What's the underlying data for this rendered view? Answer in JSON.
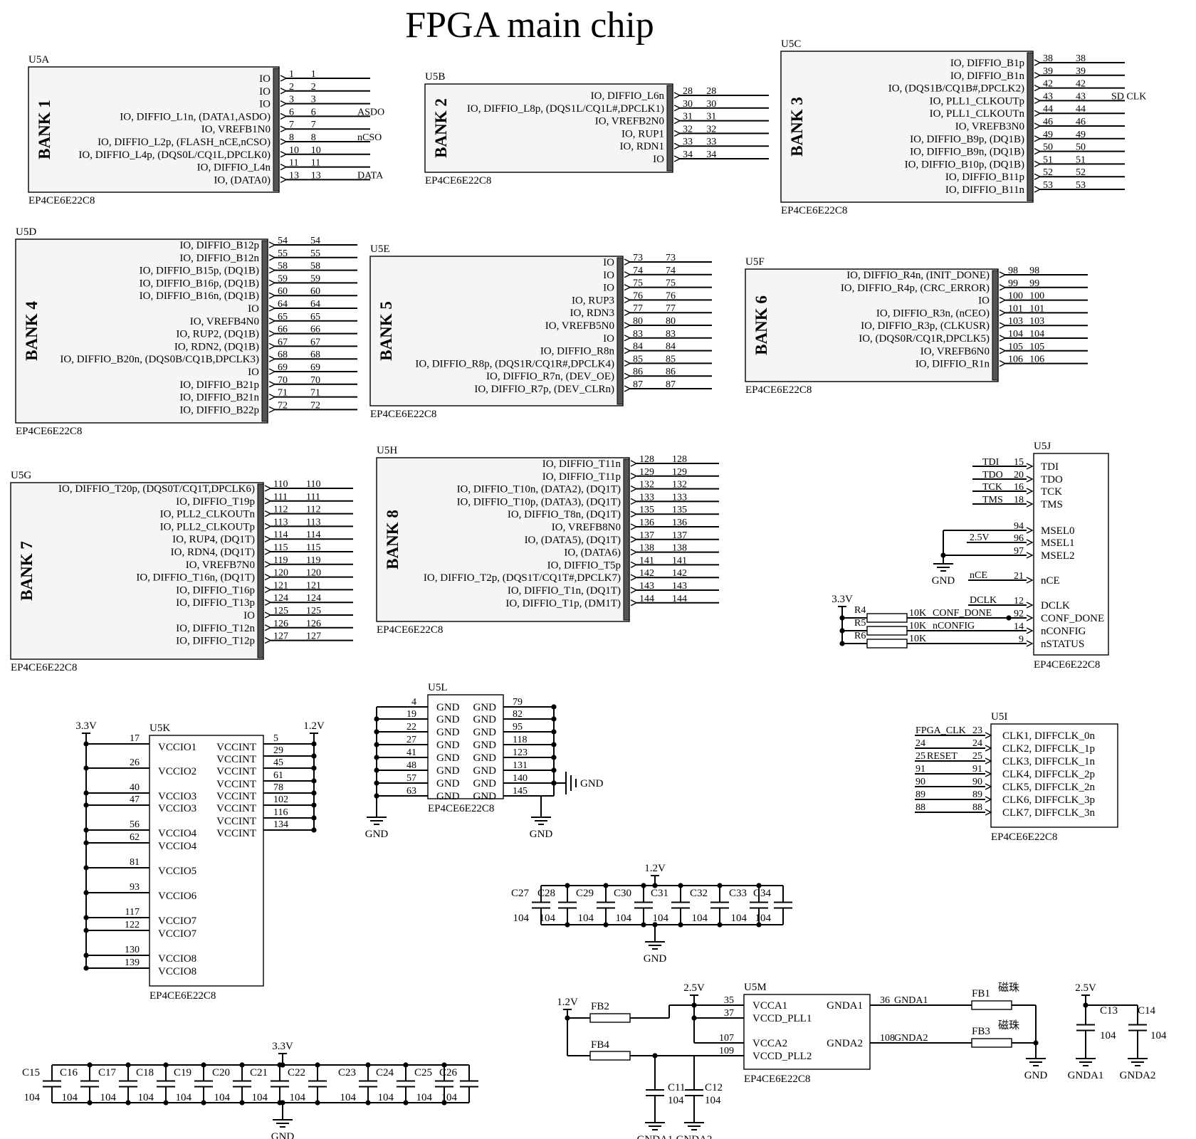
{
  "title": "FPGA main chip",
  "part_number": "EP4CE6E22C8",
  "banks": [
    {
      "ref": "U5A",
      "bank": "BANK 1",
      "pins": [
        {
          "n": "1",
          "name": "IO",
          "net": "1"
        },
        {
          "n": "2",
          "name": "IO",
          "net": "2"
        },
        {
          "n": "3",
          "name": "IO",
          "net": "3"
        },
        {
          "n": "6",
          "name": "IO, DIFFIO_L1n, (DATA1,ASDO)",
          "net": "6",
          "label": "ASDO"
        },
        {
          "n": "7",
          "name": "IO, VREFB1N0",
          "net": "7"
        },
        {
          "n": "8",
          "name": "IO, DIFFIO_L2p, (FLASH_nCE,nCSO)",
          "net": "8",
          "label": "nCSO"
        },
        {
          "n": "10",
          "name": "IO, DIFFIO_L4p, (DQS0L/CQ1L,DPCLK0)",
          "net": "10"
        },
        {
          "n": "11",
          "name": "IO, DIFFIO_L4n",
          "net": "11"
        },
        {
          "n": "13",
          "name": "IO, (DATA0)",
          "net": "13",
          "label": "DATA"
        }
      ]
    },
    {
      "ref": "U5B",
      "bank": "BANK 2",
      "pins": [
        {
          "n": "28",
          "name": "IO, DIFFIO_L6n",
          "net": "28"
        },
        {
          "n": "30",
          "name": "IO, DIFFIO_L8p, (DQS1L/CQ1L#,DPCLK1)",
          "net": "30"
        },
        {
          "n": "31",
          "name": "IO, VREFB2N0",
          "net": "31"
        },
        {
          "n": "32",
          "name": "IO, RUP1",
          "net": "32"
        },
        {
          "n": "33",
          "name": "IO, RDN1",
          "net": "33"
        },
        {
          "n": "34",
          "name": "IO",
          "net": "34"
        }
      ]
    },
    {
      "ref": "U5C",
      "bank": "BANK 3",
      "pins": [
        {
          "n": "38",
          "name": "IO, DIFFIO_B1p",
          "net": "38"
        },
        {
          "n": "39",
          "name": "IO, DIFFIO_B1n",
          "net": "39"
        },
        {
          "n": "42",
          "name": "IO, (DQS1B/CQ1B#,DPCLK2)",
          "net": "42"
        },
        {
          "n": "43",
          "name": "IO, PLL1_CLKOUTp",
          "net": "43",
          "label": "SD CLK"
        },
        {
          "n": "44",
          "name": "IO, PLL1_CLKOUTn",
          "net": "44"
        },
        {
          "n": "46",
          "name": "IO, VREFB3N0",
          "net": "46"
        },
        {
          "n": "49",
          "name": "IO, DIFFIO_B9p, (DQ1B)",
          "net": "49"
        },
        {
          "n": "50",
          "name": "IO, DIFFIO_B9n, (DQ1B)",
          "net": "50"
        },
        {
          "n": "51",
          "name": "IO, DIFFIO_B10p, (DQ1B)",
          "net": "51"
        },
        {
          "n": "52",
          "name": "IO, DIFFIO_B11p",
          "net": "52"
        },
        {
          "n": "53",
          "name": "IO, DIFFIO_B11n",
          "net": "53"
        }
      ]
    },
    {
      "ref": "U5D",
      "bank": "BANK 4",
      "pins": [
        {
          "n": "54",
          "name": "IO, DIFFIO_B12p",
          "net": "54"
        },
        {
          "n": "55",
          "name": "IO, DIFFIO_B12n",
          "net": "55"
        },
        {
          "n": "58",
          "name": "IO, DIFFIO_B15p, (DQ1B)",
          "net": "58"
        },
        {
          "n": "59",
          "name": "IO, DIFFIO_B16p, (DQ1B)",
          "net": "59"
        },
        {
          "n": "60",
          "name": "IO, DIFFIO_B16n, (DQ1B)",
          "net": "60"
        },
        {
          "n": "64",
          "name": "IO",
          "net": "64"
        },
        {
          "n": "65",
          "name": "IO, VREFB4N0",
          "net": "65"
        },
        {
          "n": "66",
          "name": "IO, RUP2, (DQ1B)",
          "net": "66"
        },
        {
          "n": "67",
          "name": "IO, RDN2, (DQ1B)",
          "net": "67"
        },
        {
          "n": "68",
          "name": "IO, DIFFIO_B20n, (DQS0B/CQ1B,DPCLK3)",
          "net": "68"
        },
        {
          "n": "69",
          "name": "IO",
          "net": "69"
        },
        {
          "n": "70",
          "name": "IO, DIFFIO_B21p",
          "net": "70"
        },
        {
          "n": "71",
          "name": "IO, DIFFIO_B21n",
          "net": "71"
        },
        {
          "n": "72",
          "name": "IO, DIFFIO_B22p",
          "net": "72"
        }
      ]
    },
    {
      "ref": "U5E",
      "bank": "BANK 5",
      "pins": [
        {
          "n": "73",
          "name": "IO",
          "net": "73"
        },
        {
          "n": "74",
          "name": "IO",
          "net": "74"
        },
        {
          "n": "75",
          "name": "IO",
          "net": "75"
        },
        {
          "n": "76",
          "name": "IO, RUP3",
          "net": "76"
        },
        {
          "n": "77",
          "name": "IO, RDN3",
          "net": "77"
        },
        {
          "n": "80",
          "name": "IO, VREFB5N0",
          "net": "80"
        },
        {
          "n": "83",
          "name": "IO",
          "net": "83"
        },
        {
          "n": "84",
          "name": "IO, DIFFIO_R8n",
          "net": "84"
        },
        {
          "n": "85",
          "name": "IO, DIFFIO_R8p, (DQS1R/CQ1R#,DPCLK4)",
          "net": "85"
        },
        {
          "n": "86",
          "name": "IO, DIFFIO_R7n, (DEV_OE)",
          "net": "86"
        },
        {
          "n": "87",
          "name": "IO, DIFFIO_R7p, (DEV_CLRn)",
          "net": "87"
        }
      ]
    },
    {
      "ref": "U5F",
      "bank": "BANK 6",
      "pins": [
        {
          "n": "98",
          "name": "IO, DIFFIO_R4n, (INIT_DONE)",
          "net": "98"
        },
        {
          "n": "99",
          "name": "IO, DIFFIO_R4p, (CRC_ERROR)",
          "net": "99"
        },
        {
          "n": "100",
          "name": "IO",
          "net": "100"
        },
        {
          "n": "101",
          "name": "IO, DIFFIO_R3n, (nCEO)",
          "net": "101"
        },
        {
          "n": "103",
          "name": "IO, DIFFIO_R3p, (CLKUSR)",
          "net": "103"
        },
        {
          "n": "104",
          "name": "IO, (DQS0R/CQ1R,DPCLK5)",
          "net": "104"
        },
        {
          "n": "105",
          "name": "IO, VREFB6N0",
          "net": "105"
        },
        {
          "n": "106",
          "name": "IO, DIFFIO_R1n",
          "net": "106"
        }
      ]
    },
    {
      "ref": "U5G",
      "bank": "BANK 7",
      "pins": [
        {
          "n": "110",
          "name": "IO, DIFFIO_T20p, (DQS0T/CQ1T,DPCLK6)",
          "net": "110"
        },
        {
          "n": "111",
          "name": "IO, DIFFIO_T19p",
          "net": "111"
        },
        {
          "n": "112",
          "name": "IO, PLL2_CLKOUTn",
          "net": "112"
        },
        {
          "n": "113",
          "name": "IO, PLL2_CLKOUTp",
          "net": "113"
        },
        {
          "n": "114",
          "name": "IO, RUP4, (DQ1T)",
          "net": "114"
        },
        {
          "n": "115",
          "name": "IO, RDN4, (DQ1T)",
          "net": "115"
        },
        {
          "n": "119",
          "name": "IO, VREFB7N0",
          "net": "119"
        },
        {
          "n": "120",
          "name": "IO, DIFFIO_T16n, (DQ1T)",
          "net": "120"
        },
        {
          "n": "121",
          "name": "IO, DIFFIO_T16p",
          "net": "121"
        },
        {
          "n": "124",
          "name": "IO, DIFFIO_T13p",
          "net": "124"
        },
        {
          "n": "125",
          "name": "IO",
          "net": "125"
        },
        {
          "n": "126",
          "name": "IO, DIFFIO_T12n",
          "net": "126"
        },
        {
          "n": "127",
          "name": "IO, DIFFIO_T12p",
          "net": "127"
        }
      ]
    },
    {
      "ref": "U5H",
      "bank": "BANK 8",
      "pins": [
        {
          "n": "128",
          "name": "IO, DIFFIO_T11n",
          "net": "128"
        },
        {
          "n": "129",
          "name": "IO, DIFFIO_T11p",
          "net": "129"
        },
        {
          "n": "132",
          "name": "IO, DIFFIO_T10n, (DATA2), (DQ1T)",
          "net": "132"
        },
        {
          "n": "133",
          "name": "IO, DIFFIO_T10p, (DATA3), (DQ1T)",
          "net": "133"
        },
        {
          "n": "135",
          "name": "IO, DIFFIO_T8n, (DQ1T)",
          "net": "135"
        },
        {
          "n": "136",
          "name": "IO, VREFB8N0",
          "net": "136"
        },
        {
          "n": "137",
          "name": "IO, (DATA5), (DQ1T)",
          "net": "137"
        },
        {
          "n": "138",
          "name": "IO, (DATA6)",
          "net": "138"
        },
        {
          "n": "141",
          "name": "IO, DIFFIO_T5p",
          "net": "141"
        },
        {
          "n": "142",
          "name": "IO, DIFFIO_T2p, (DQS1T/CQ1T#,DPCLK7)",
          "net": "142"
        },
        {
          "n": "143",
          "name": "IO, DIFFIO_T1n, (DQ1T)",
          "net": "143"
        },
        {
          "n": "144",
          "name": "IO, DIFFIO_T1p, (DM1T)",
          "net": "144"
        }
      ]
    }
  ],
  "config": {
    "ref": "U5J",
    "pins": [
      {
        "n": "15",
        "name": "TDI",
        "net": "TDI"
      },
      {
        "n": "20",
        "name": "TDO",
        "net": "TDO"
      },
      {
        "n": "16",
        "name": "TCK",
        "net": "TCK"
      },
      {
        "n": "18",
        "name": "TMS",
        "net": "TMS"
      },
      {
        "n": "94",
        "name": "MSEL0",
        "net": ""
      },
      {
        "n": "96",
        "name": "MSEL1",
        "net": "2.5V"
      },
      {
        "n": "97",
        "name": "MSEL2",
        "net": ""
      },
      {
        "n": "21",
        "name": "nCE",
        "net": "nCE"
      },
      {
        "n": "12",
        "name": "DCLK",
        "net": "DCLK"
      },
      {
        "n": "92",
        "name": "CONF_DONE",
        "net": "CONF_DONE"
      },
      {
        "n": "14",
        "name": "nCONFIG",
        "net": "nCONFIG"
      },
      {
        "n": "9",
        "name": "nSTATUS",
        "net": ""
      }
    ],
    "resistors": [
      {
        "ref": "R4",
        "value": "10K"
      },
      {
        "ref": "R5",
        "value": "10K"
      },
      {
        "ref": "R6",
        "value": "10K"
      }
    ],
    "vcc": "3.3V",
    "gnd": "GND"
  },
  "power_vccio": {
    "ref": "U5K",
    "left_rail": "3.3V",
    "right_rail": "1.2V",
    "vccio": [
      {
        "n": "17",
        "name": "VCCIO1"
      },
      {
        "n": "26",
        "name": "VCCIO2"
      },
      {
        "n": "40",
        "name": "VCCIO3"
      },
      {
        "n": "47",
        "name": "VCCIO3"
      },
      {
        "n": "56",
        "name": "VCCIO4"
      },
      {
        "n": "62",
        "name": "VCCIO4"
      },
      {
        "n": "81",
        "name": "VCCIO5"
      },
      {
        "n": "93",
        "name": "VCCIO6"
      },
      {
        "n": "117",
        "name": "VCCIO7"
      },
      {
        "n": "122",
        "name": "VCCIO7"
      },
      {
        "n": "130",
        "name": "VCCIO8"
      },
      {
        "n": "139",
        "name": "VCCIO8"
      }
    ],
    "vccint": [
      {
        "n": "5",
        "name": "VCCINT"
      },
      {
        "n": "29",
        "name": "VCCINT"
      },
      {
        "n": "45",
        "name": "VCCINT"
      },
      {
        "n": "61",
        "name": "VCCINT"
      },
      {
        "n": "78",
        "name": "VCCINT"
      },
      {
        "n": "102",
        "name": "VCCINT"
      },
      {
        "n": "116",
        "name": "VCCINT"
      },
      {
        "n": "134",
        "name": "VCCINT"
      }
    ]
  },
  "gnd_block": {
    "ref": "U5L",
    "left": [
      "4",
      "19",
      "22",
      "27",
      "41",
      "48",
      "57",
      "63"
    ],
    "right": [
      "79",
      "82",
      "95",
      "118",
      "123",
      "131",
      "140",
      "145"
    ],
    "pin_name": "GND",
    "gnd": "GND"
  },
  "clk_block": {
    "ref": "U5I",
    "pins": [
      {
        "n": "23",
        "name": "CLK1, DIFFCLK_0n",
        "net": "FPGA_CLK"
      },
      {
        "n": "24",
        "name": "CLK2, DIFFCLK_1p",
        "net": "24"
      },
      {
        "n": "25",
        "name": "CLK3, DIFFCLK_1n",
        "net": "25",
        "label": "RESET"
      },
      {
        "n": "91",
        "name": "CLK4, DIFFCLK_2p",
        "net": "91"
      },
      {
        "n": "90",
        "name": "CLK5, DIFFCLK_2n",
        "net": "90"
      },
      {
        "n": "89",
        "name": "CLK6, DIFFCLK_3p",
        "net": "89"
      },
      {
        "n": "88",
        "name": "CLK7, DIFFCLK_3n",
        "net": "88"
      }
    ]
  },
  "caps_12v": {
    "rail": "1.2V",
    "gnd": "GND",
    "caps": [
      {
        "ref": "C27",
        "value": "104"
      },
      {
        "ref": "C28",
        "value": "104"
      },
      {
        "ref": "C29",
        "value": "104"
      },
      {
        "ref": "C30",
        "value": "104"
      },
      {
        "ref": "C31",
        "value": "104"
      },
      {
        "ref": "C32",
        "value": "104"
      },
      {
        "ref": "C33",
        "value": "104"
      },
      {
        "ref": "C34",
        "value": "104"
      }
    ]
  },
  "caps_33v": {
    "rail": "3.3V",
    "gnd": "GND",
    "caps": [
      {
        "ref": "C15",
        "value": "104"
      },
      {
        "ref": "C16",
        "value": "104"
      },
      {
        "ref": "C17",
        "value": "104"
      },
      {
        "ref": "C18",
        "value": "104"
      },
      {
        "ref": "C19",
        "value": "104"
      },
      {
        "ref": "C20",
        "value": "104"
      },
      {
        "ref": "C21",
        "value": "104"
      },
      {
        "ref": "C22",
        "value": "104"
      },
      {
        "ref": "C23",
        "value": "104"
      },
      {
        "ref": "C24",
        "value": "104"
      },
      {
        "ref": "C25",
        "value": "104"
      },
      {
        "ref": "C26",
        "value": "104"
      }
    ]
  },
  "pll": {
    "ref": "U5M",
    "rail_25": "2.5V",
    "rail_12": "1.2V",
    "pins_left": [
      {
        "n": "35",
        "name": "VCCA1"
      },
      {
        "n": "37",
        "name": "VCCD_PLL1"
      },
      {
        "n": "107",
        "name": "VCCA2"
      },
      {
        "n": "109",
        "name": "VCCD_PLL2"
      }
    ],
    "pins_right": [
      {
        "n": "36",
        "name": "GNDA1",
        "net": "GNDA1"
      },
      {
        "n": "108",
        "name": "GNDA2",
        "net": "GNDA2"
      }
    ],
    "beads": [
      {
        "ref": "FB2"
      },
      {
        "ref": "FB4"
      },
      {
        "ref": "FB1",
        "label": "磁珠"
      },
      {
        "ref": "FB3",
        "label": "磁珠"
      }
    ],
    "caps": [
      {
        "ref": "C11",
        "value": "104"
      },
      {
        "ref": "C12",
        "value": "104"
      },
      {
        "ref": "C13",
        "value": "104"
      },
      {
        "ref": "C14",
        "value": "104"
      }
    ],
    "grounds": {
      "gnda1": "GNDA1",
      "gnda2": "GNDA2",
      "gnd": "GND"
    }
  }
}
